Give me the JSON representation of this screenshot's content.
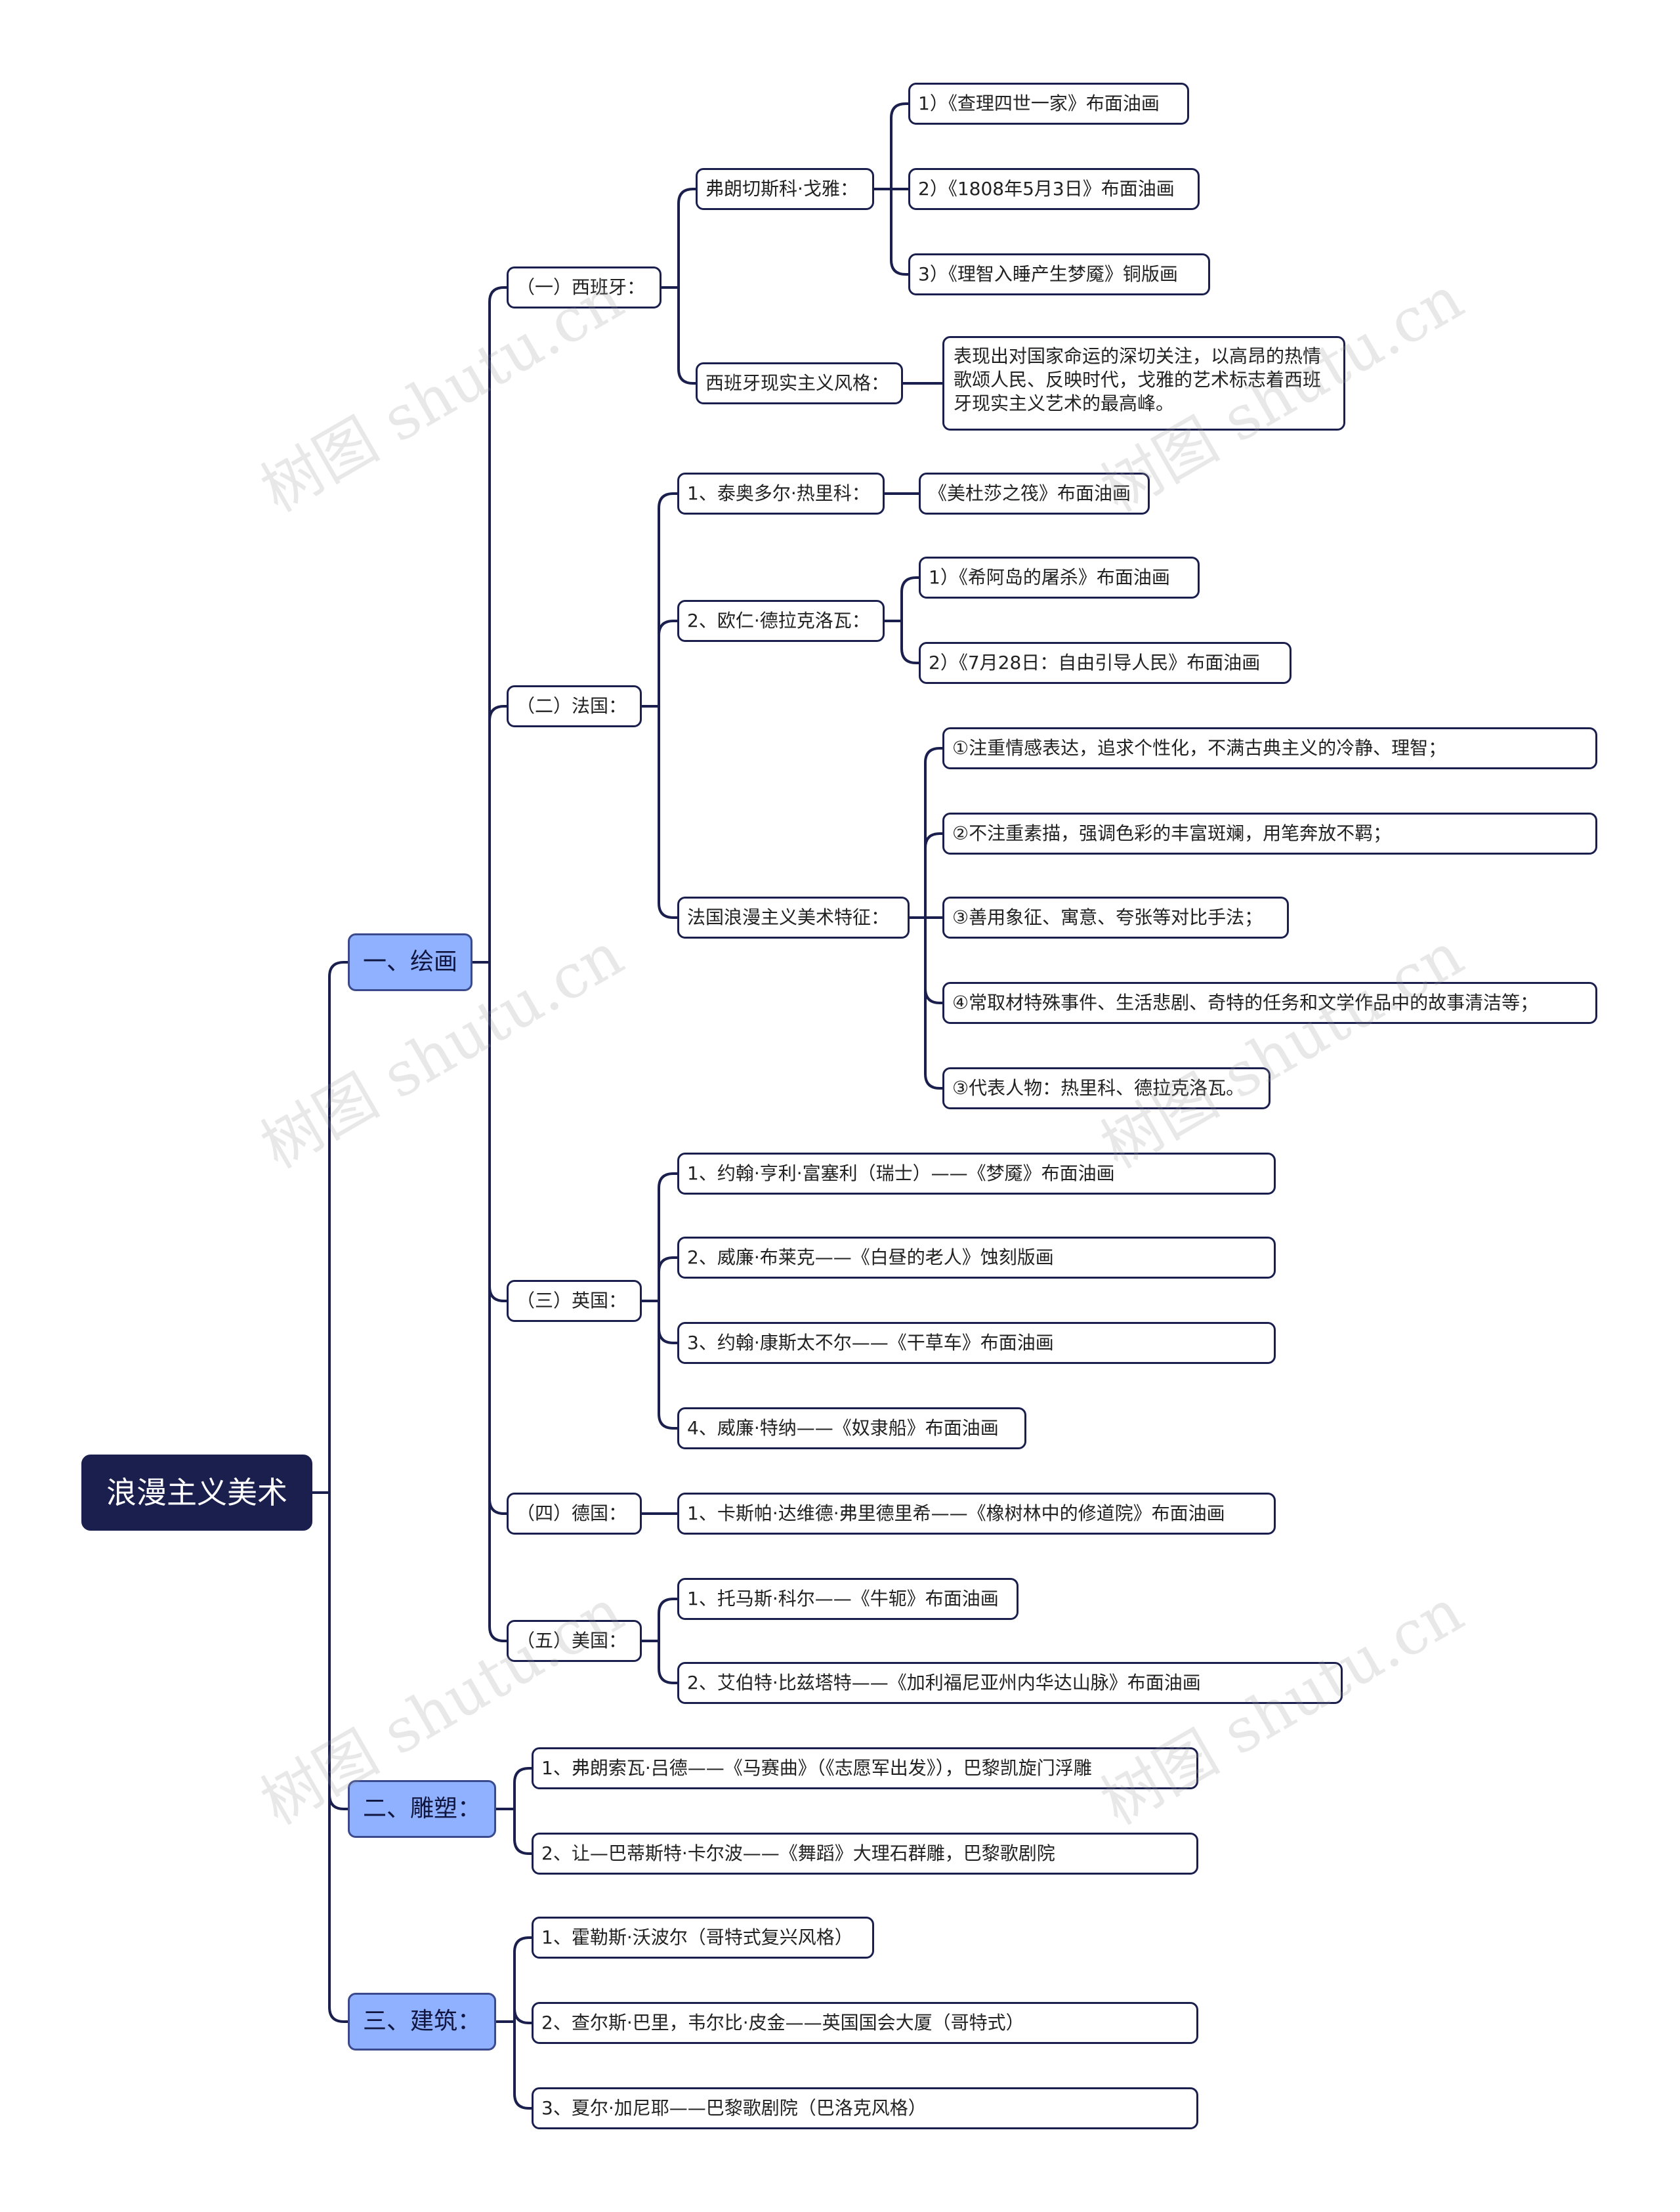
{
  "root": "浪漫主义美术",
  "l1": {
    "painting": "一、绘画",
    "sculpture": "二、雕塑：",
    "architecture": "三、建筑："
  },
  "spain": {
    "label": "（一）西班牙：",
    "goya": "弗朗切斯科·戈雅：",
    "goya_works": [
      "1）《查理四世一家》布面油画",
      "2）《1808年5月3日》布面油画",
      "3）《理智入睡产生梦魇》铜版画"
    ],
    "realism": "西班牙现实主义风格：",
    "realism_desc": "表现出对国家命运的深切关注，以高昂的热情歌颂人民、反映时代，戈雅的艺术标志着西班牙现实主义艺术的最高峰。"
  },
  "france": {
    "label": "（二）法国：",
    "gericault": "1、泰奥多尔·热里科：",
    "gericault_work": "《美杜莎之筏》布面油画",
    "delacroix": "2、欧仁·德拉克洛瓦：",
    "delacroix_works": [
      "1）《希阿岛的屠杀》布面油画",
      "2）《7月28日：自由引导人民》布面油画"
    ],
    "features": "法国浪漫主义美术特征：",
    "feature_items": [
      "①注重情感表达，追求个性化，不满古典主义的冷静、理智；",
      "②不注重素描，强调色彩的丰富斑斓，用笔奔放不羁；",
      "③善用象征、寓意、夸张等对比手法；",
      "④常取材特殊事件、生活悲剧、奇特的任务和文学作品中的故事清洁等；",
      "③代表人物：热里科、德拉克洛瓦。"
    ]
  },
  "england": {
    "label": "（三）英国：",
    "items": [
      "1、约翰·亨利·富塞利（瑞士）——《梦魇》布面油画",
      "2、威廉·布莱克——《白昼的老人》蚀刻版画",
      "3、约翰·康斯太不尔——《干草车》布面油画",
      "4、威廉·特纳——《奴隶船》布面油画"
    ]
  },
  "germany": {
    "label": "（四）德国：",
    "items": [
      "1、卡斯帕·达维德·弗里德里希——《橡树林中的修道院》布面油画"
    ]
  },
  "america": {
    "label": "（五）美国：",
    "items": [
      "1、托马斯·科尔——《牛轭》布面油画",
      "2、艾伯特·比兹塔特——《加利福尼亚州内华达山脉》布面油画"
    ]
  },
  "sculpture_items": [
    "1、弗朗索瓦·吕德——《马赛曲》（《志愿军出发》），巴黎凯旋门浮雕",
    "2、让—巴蒂斯特·卡尔波——《舞蹈》大理石群雕，巴黎歌剧院"
  ],
  "architecture_items": [
    "1、霍勒斯·沃波尔（哥特式复兴风格）",
    "2、查尔斯·巴里，韦尔比·皮金——英国国会大厦（哥特式）",
    "3、夏尔·加尼耶——巴黎歌剧院（巴洛克风格）"
  ],
  "watermark": "树图 shutu.cn",
  "colors": {
    "root": "#1a1f4e",
    "branch": "#8fb1ff",
    "line": "#1a1f4e"
  }
}
